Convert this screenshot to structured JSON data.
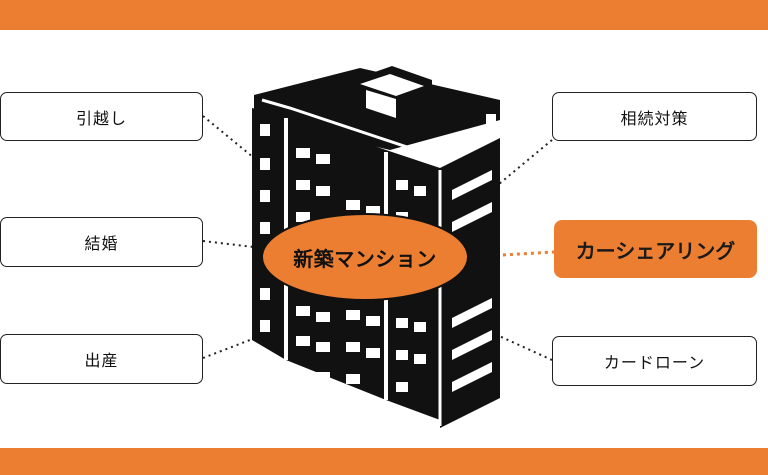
{
  "center": {
    "label": "新築マンション"
  },
  "left_items": [
    {
      "label": "引越し"
    },
    {
      "label": "結婚"
    },
    {
      "label": "出産"
    }
  ],
  "right_items": [
    {
      "label": "相続対策"
    },
    {
      "label": "カーシェアリング",
      "highlighted": true
    },
    {
      "label": "カードローン"
    }
  ],
  "colors": {
    "accent": "#ec7e32",
    "building": "#111111",
    "window": "#ffffff",
    "border": "#222222"
  }
}
